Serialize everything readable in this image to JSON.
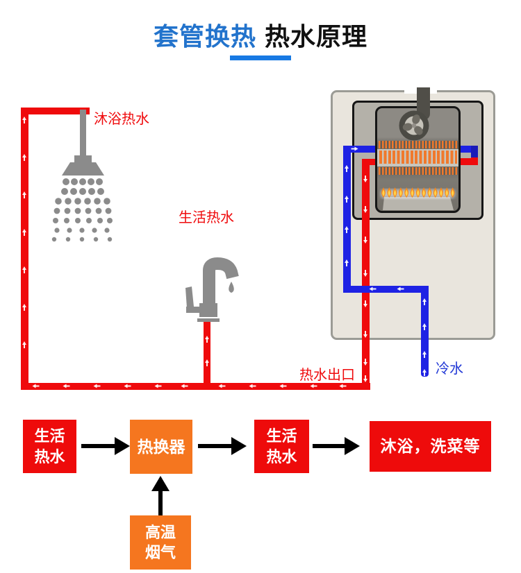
{
  "title": {
    "highlight": "套管换热",
    "rest": "热水原理"
  },
  "diagram": {
    "labels": {
      "shower_hot": "沐浴热水",
      "tap_hot": "生活热水",
      "hot_outlet": "热水出口",
      "cold_in": "冷水"
    }
  },
  "flowchart": {
    "tap_hot_source": {
      "line1": "生活",
      "line2": "热水"
    },
    "exchanger": "热换器",
    "tap_hot_out": {
      "line1": "生活",
      "line2": "热水"
    },
    "usage": "沐浴，洗菜等",
    "flue_gas": {
      "line1": "高温",
      "line2": "烟气"
    }
  },
  "colors": {
    "hot": "#ef0a0c",
    "cold": "#1e22e4",
    "colddark": "#1a1ab8",
    "titleblue": "#2273cc",
    "underline": "#1779e3",
    "boxred": "#ee0b0b",
    "boxorange": "#f5761f",
    "fin": "#f0792c",
    "labelblue": "#2239d6",
    "gray": "#8b8b8b"
  }
}
